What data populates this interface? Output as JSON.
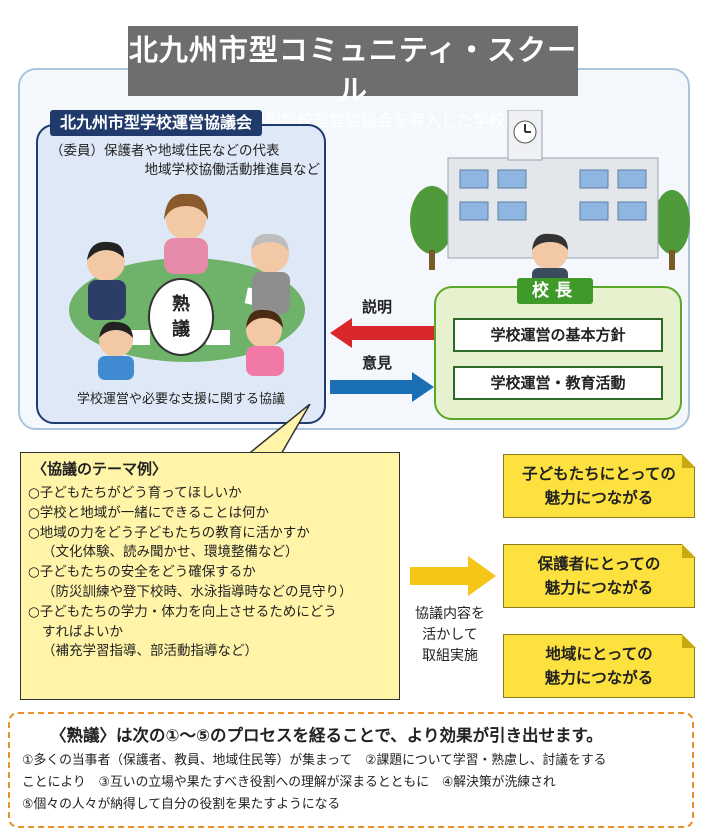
{
  "header": {
    "title": "北九州市型コミュニティ・スクール",
    "subtitle": "（北九州市型学校運営協議会を導入した学校）"
  },
  "council": {
    "name": "北九州市型学校運営協議会",
    "members_line1": "（委員）保護者や地域住民などの代表",
    "members_line2": "地域学校協働活動推進員など",
    "discussion_char1": "熟",
    "discussion_char2": "議",
    "footer": "学校運営や必要な支援に関する協議"
  },
  "arrows": {
    "explain": "説明",
    "opinion": "意見"
  },
  "principal": {
    "label": "校長",
    "policy": "学校運営の基本方針",
    "activity": "学校運営・教育活動"
  },
  "themes": {
    "title": "〈協議のテーマ例〉",
    "items": [
      "○子どもたちがどう育ってほしいか",
      "○学校と地域が一緒にできることは何か",
      "○地域の力をどう子どもたちの教育に活かすか",
      "（文化体験、読み聞かせ、環境整備など）",
      "○子どもたちの安全をどう確保するか",
      "（防災訓練や登下校時、水泳指導時などの見守り）",
      "○子どもたちの学力・体力を向上させるためにどう",
      "すればよいか",
      "（補充学習指導、部活動指導など）"
    ]
  },
  "apply": {
    "line1": "協議内容を",
    "line2": "活かして",
    "line3": "取組実施"
  },
  "outcomes": [
    {
      "line1": "子どもたちにとっての",
      "line2": "魅力につながる"
    },
    {
      "line1": "保護者にとっての",
      "line2": "魅力につながる"
    },
    {
      "line1": "地域にとっての",
      "line2": "魅力につながる"
    }
  ],
  "process": {
    "title": "〈熟議〉は次の①～⑤のプロセスを経ることで、より効果が引き出せます。",
    "line1": "①多くの当事者（保護者、教員、地域住民等）が集まって　②課題について学習・熟慮し、討議をする",
    "line2": "ことにより　③互いの立場や果たすべき役割への理解が深まるとともに　④解決策が洗練され",
    "line3": "⑤個々の人々が納得して自分の役割を果たすようになる"
  },
  "colors": {
    "header_band": "#6e6e6e",
    "council_border": "#1f3a6b",
    "principal_green": "#3f9a2a",
    "explain_arrow": "#d9262b",
    "opinion_arrow": "#1b6fb5",
    "theme_yellow": "#fff4a8",
    "outcome_yellow": "#fde13e",
    "process_border": "#e8902a"
  }
}
